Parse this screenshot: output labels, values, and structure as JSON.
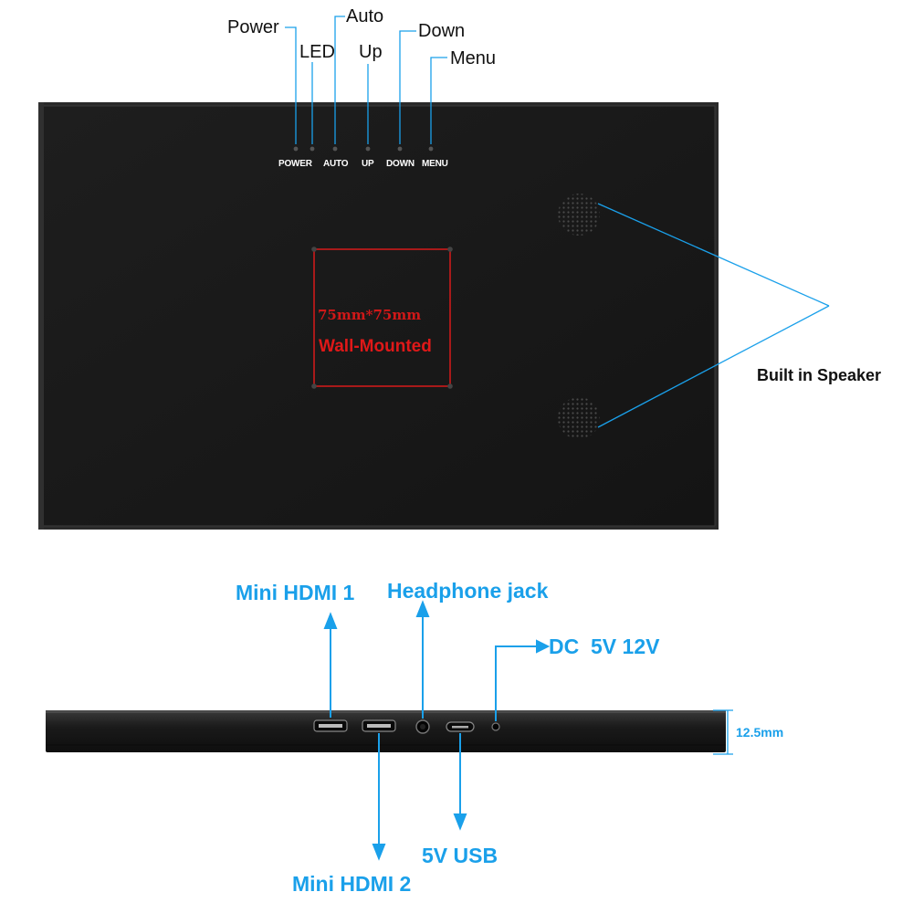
{
  "top_labels": {
    "power": "Power",
    "led": "LED",
    "auto": "Auto",
    "up": "Up",
    "down": "Down",
    "menu": "Menu"
  },
  "panel_buttons": [
    "POWER",
    "AUTO",
    "UP",
    "DOWN",
    "MENU"
  ],
  "wall_mount": {
    "size": "75mm*75mm",
    "label": "Wall-Mounted"
  },
  "speaker_label": "Built in Speaker",
  "ports": {
    "mini_hdmi_1": "Mini HDMI 1",
    "headphone_jack": "Headphone jack",
    "dc": "DC  5V 12V",
    "mini_hdmi_2": "Mini HDMI 2",
    "usb": "5V USB"
  },
  "thickness": "12.5mm",
  "colors": {
    "callout_blue": "#1aa0ea",
    "wall_mount_red": "#d01818",
    "body_dark": "#1b1b1b"
  }
}
